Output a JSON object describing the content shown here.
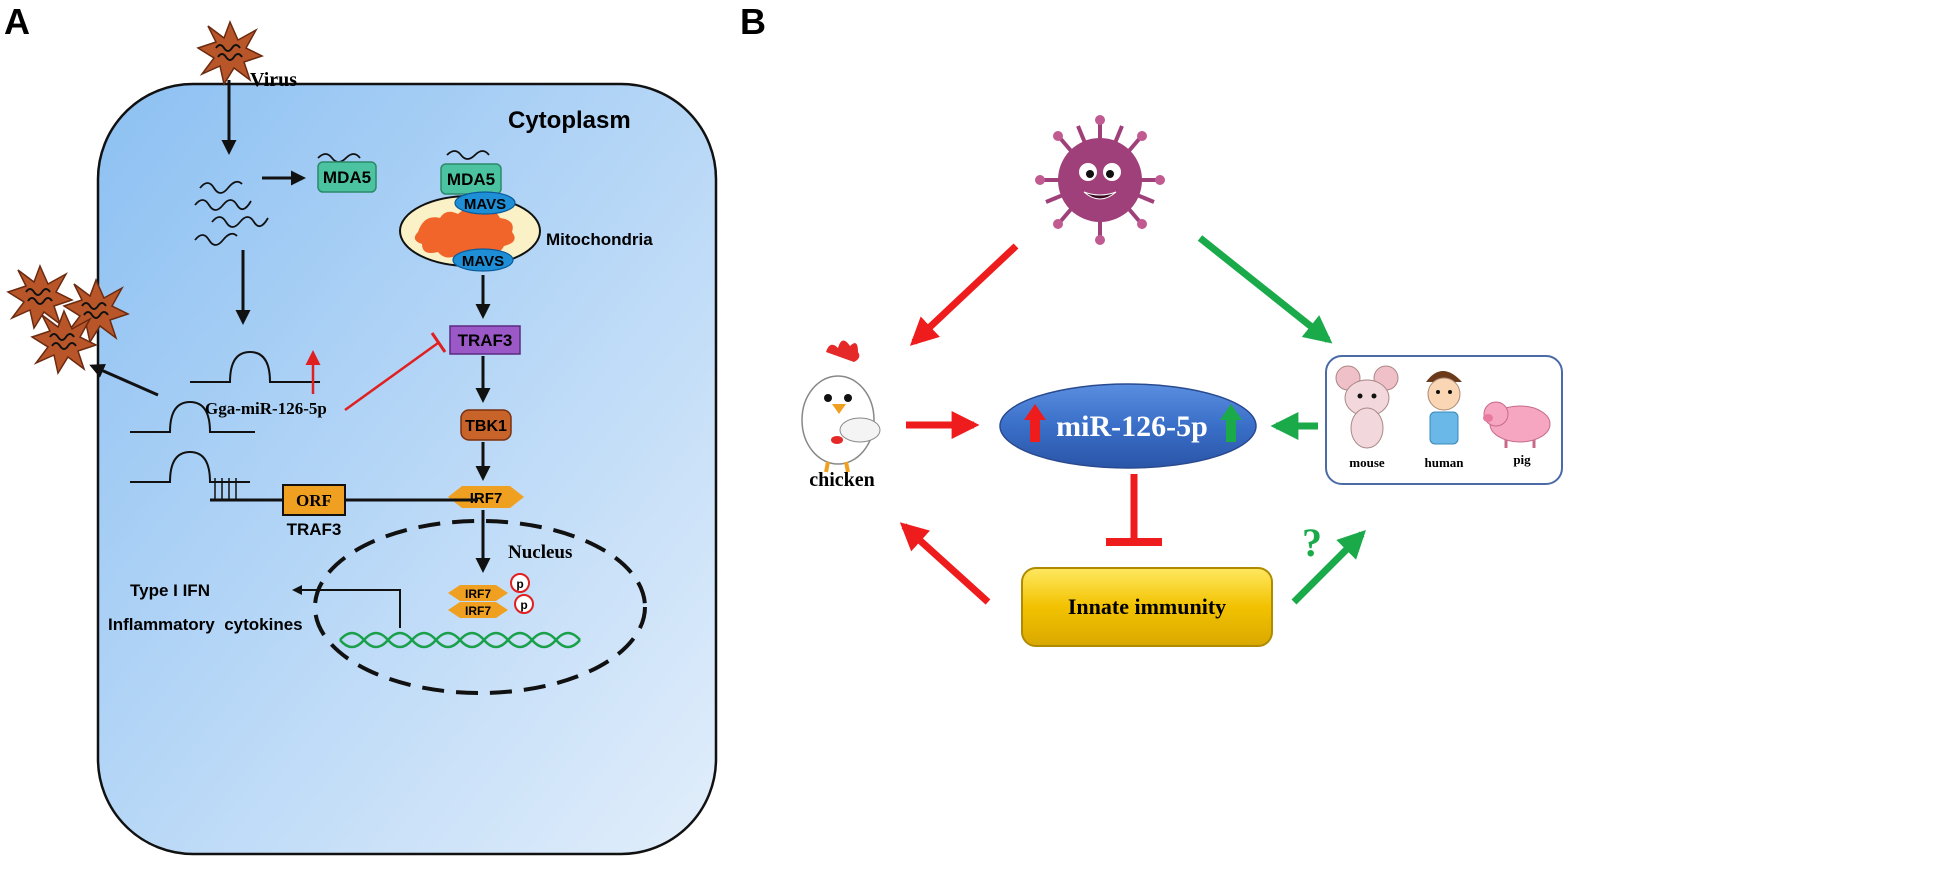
{
  "panel_a": {
    "letter": "A",
    "virus_label": "Virus",
    "cytoplasm_label": "Cytoplasm",
    "mda5_left": "MDA5",
    "mda5_right": "MDA5",
    "mavs_top": "MAVS",
    "mavs_bottom": "MAVS",
    "mitochondria_label": "Mitochondria",
    "traf3_label": "TRAF3",
    "tbk1_label": "TBK1",
    "irf7_label": "IRF7",
    "mirna_label": "Gga-miR-126-5p",
    "orf_label": "ORF",
    "traf3_gene_label": "TRAF3",
    "nucleus_label": "Nucleus",
    "irf7_dimer_top": "IRF7",
    "irf7_dimer_bottom": "IRF7",
    "phospho_top": "p",
    "phospho_bottom": "p",
    "type1_ifn_label": "Type I IFN",
    "cytokines_label": "Inflammatory  cytokines",
    "colors": {
      "cytoplasm": "#b3d4f5",
      "mda5": "#4cc3a0",
      "mavs": "#1e8fd6",
      "traf3": "#9b59c8",
      "tbk1": "#c8642a",
      "irf7": "#f0a020",
      "inhibit": "#e02020",
      "dna": "#1aa04a"
    }
  },
  "panel_b": {
    "letter": "B",
    "mirna_label": "miR-126-5p",
    "chicken_label": "chicken",
    "innate_label": "Innate immunity",
    "question_mark": "?",
    "mouse_label": "mouse",
    "human_label": "human",
    "pig_label": "pig",
    "colors": {
      "red_arrow": "#ee1c1c",
      "green_arrow": "#1aaa4a",
      "ellipse": "#3a6fc8",
      "innate_box": "#f2c200",
      "virus": "#a0407a"
    },
    "icons": [
      "virus-icon",
      "chicken-icon",
      "mouse-icon",
      "human-icon",
      "pig-icon"
    ]
  }
}
